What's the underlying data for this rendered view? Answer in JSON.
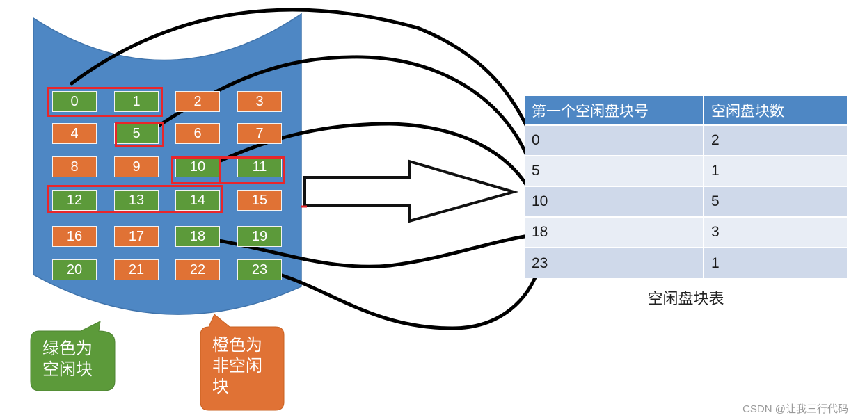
{
  "blocks": [
    {
      "id": "0",
      "status": "free"
    },
    {
      "id": "1",
      "status": "free"
    },
    {
      "id": "2",
      "status": "used"
    },
    {
      "id": "3",
      "status": "used"
    },
    {
      "id": "4",
      "status": "used"
    },
    {
      "id": "5",
      "status": "free"
    },
    {
      "id": "6",
      "status": "used"
    },
    {
      "id": "7",
      "status": "used"
    },
    {
      "id": "8",
      "status": "used"
    },
    {
      "id": "9",
      "status": "used"
    },
    {
      "id": "10",
      "status": "free"
    },
    {
      "id": "11",
      "status": "free"
    },
    {
      "id": "12",
      "status": "free"
    },
    {
      "id": "13",
      "status": "free"
    },
    {
      "id": "14",
      "status": "free"
    },
    {
      "id": "15",
      "status": "used"
    },
    {
      "id": "16",
      "status": "used"
    },
    {
      "id": "17",
      "status": "used"
    },
    {
      "id": "18",
      "status": "free"
    },
    {
      "id": "19",
      "status": "free"
    },
    {
      "id": "20",
      "status": "free"
    },
    {
      "id": "21",
      "status": "used"
    },
    {
      "id": "22",
      "status": "used"
    },
    {
      "id": "23",
      "status": "free"
    }
  ],
  "table": {
    "headers": [
      "第一个空闲盘块号",
      "空闲盘块数"
    ],
    "rows": [
      {
        "start": "0",
        "count": "2"
      },
      {
        "start": "5",
        "count": "1"
      },
      {
        "start": "10",
        "count": "5"
      },
      {
        "start": "18",
        "count": "3"
      },
      {
        "start": "23",
        "count": "1"
      }
    ],
    "caption": "空闲盘块表"
  },
  "legend": {
    "free_lines": [
      "绿色为",
      "空闲块"
    ],
    "used_lines": [
      "橙色为",
      "非空闲",
      "块"
    ]
  },
  "watermark": "CSDN @让我三行代码",
  "colors": {
    "disk": "#4e87c4",
    "free": "#5c9a3a",
    "used": "#e07235",
    "highlight": "#e8262b",
    "table_header": "#4e87c4"
  }
}
